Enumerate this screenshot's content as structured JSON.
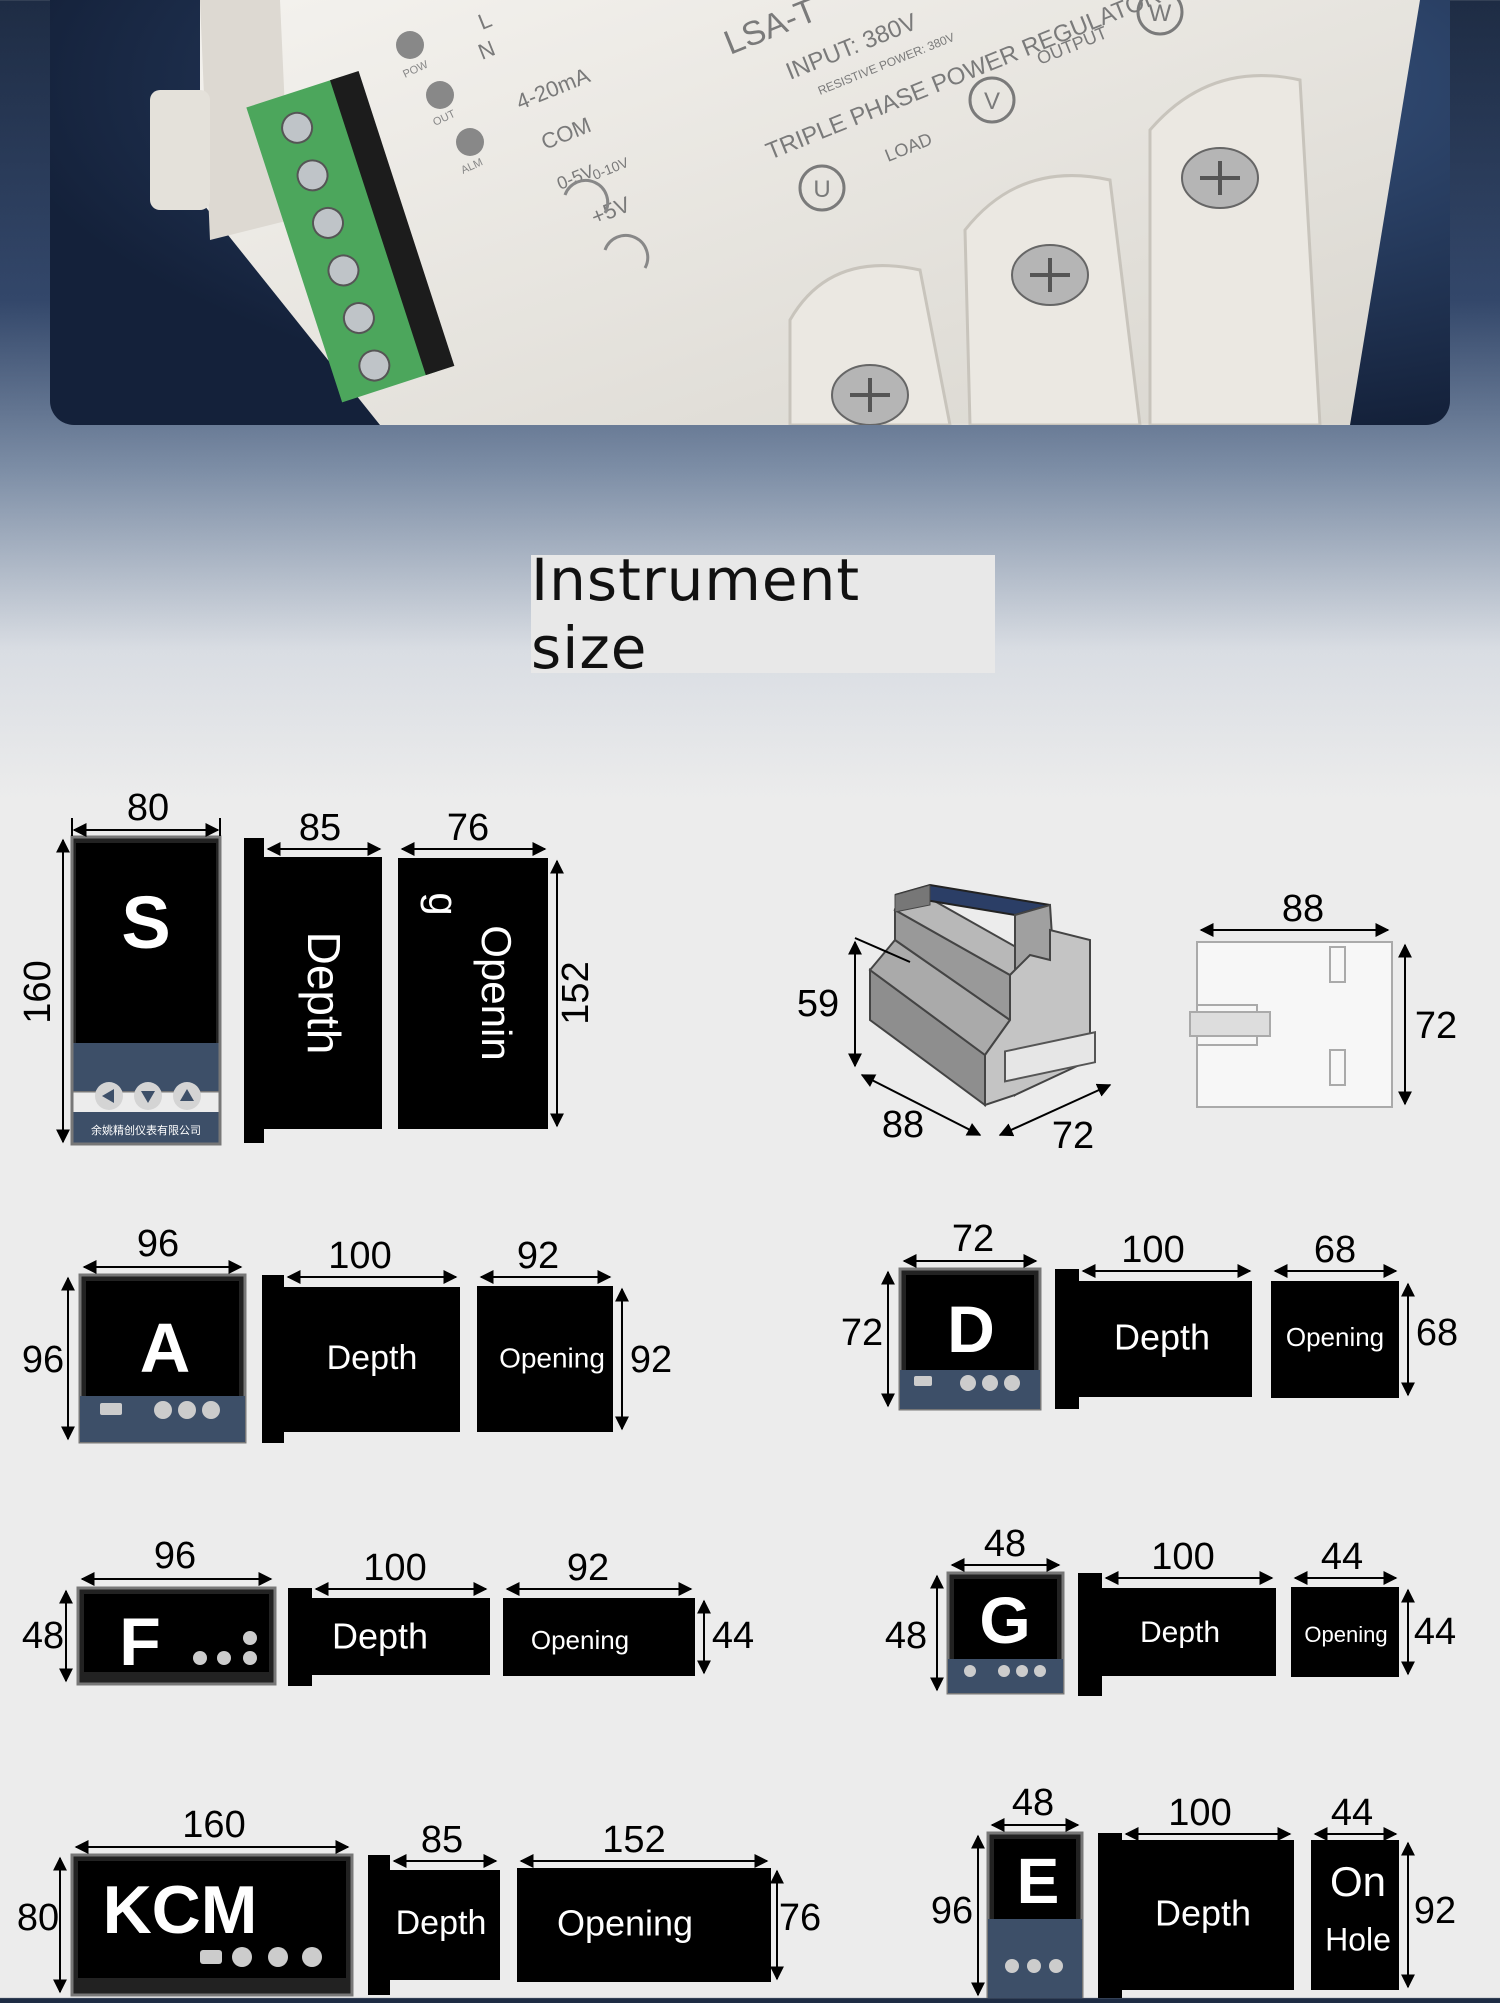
{
  "photo": {
    "device_text": {
      "model": "LSA-T",
      "input": "INPUT: 380V",
      "resistive": "RESISTIVE POWER: 380V",
      "regulator": "TRIPLE PHASE POWER REGULATOR",
      "output": "OUTPUT",
      "load": "LOAD",
      "u": "U",
      "v": "V",
      "w": "W",
      "leds": [
        "POW",
        "OUT",
        "ALM"
      ],
      "terminals": [
        "L",
        "N",
        "4-20mA",
        "COM",
        "0-5V",
        "0-10V",
        "+5V"
      ]
    }
  },
  "page_title": "Instrument size",
  "instruments": {
    "S": {
      "letter": "S",
      "width": "80",
      "height": "160",
      "depth": "85",
      "opening_w": "76",
      "opening_h": "152",
      "depth_label": "Depth",
      "opening_line1": "Openin",
      "opening_line2": "g",
      "company": "余姚精创仪表有限公司"
    },
    "A": {
      "letter": "A",
      "width": "96",
      "height": "96",
      "depth": "100",
      "opening_w": "92",
      "opening_h": "92",
      "depth_label": "Depth",
      "opening_label": "Opening"
    },
    "D": {
      "letter": "D",
      "width": "72",
      "height": "72",
      "depth": "100",
      "opening_w": "68",
      "opening_h": "68",
      "depth_label": "Depth",
      "opening_label": "Opening"
    },
    "F": {
      "letter": "F",
      "width": "96",
      "height": "48",
      "depth": "100",
      "opening_w": "92",
      "opening_h": "44",
      "depth_label": "Depth",
      "opening_label": "Opening"
    },
    "G": {
      "letter": "G",
      "width": "48",
      "height": "48",
      "depth": "100",
      "opening_w": "44",
      "opening_h": "44",
      "depth_label": "Depth",
      "opening_label": "Opening"
    },
    "KCM": {
      "letter": "KCM",
      "width": "160",
      "height": "80",
      "depth": "85",
      "opening_w": "152",
      "opening_h": "76",
      "depth_label": "Depth",
      "opening_label": "Opening"
    },
    "E": {
      "letter": "E",
      "width": "48",
      "height": "96",
      "depth": "100",
      "opening_w": "44",
      "opening_h": "92",
      "depth_label": "Depth",
      "opening_line1": "On",
      "opening_line2": "Hole"
    }
  },
  "din_rail": {
    "height": "59",
    "length": "88",
    "width": "72",
    "top_length": "88",
    "top_width": "72"
  }
}
